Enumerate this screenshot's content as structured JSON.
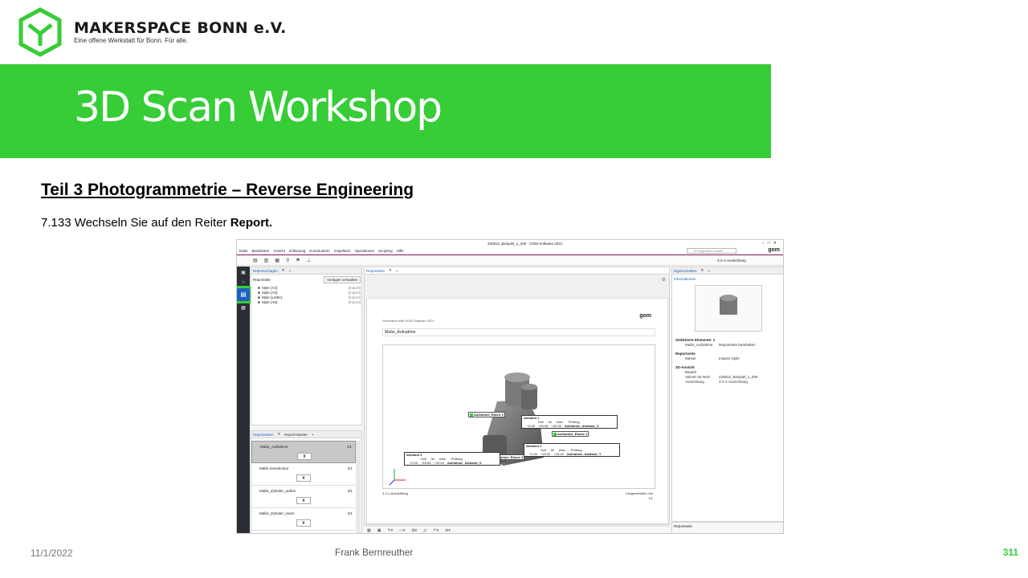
{
  "header": {
    "org_name": "MAKERSPACE BONN e.V.",
    "tagline": "Eine offene Werkstatt für Bonn. Für alle.",
    "banner_title": "3D Scan Workshop",
    "brand_color": "#36cd37"
  },
  "content": {
    "section_heading": "Teil 3  Photogrammetrie  – Reverse Engineering",
    "instruction_prefix": "7.133 Wechseln Sie auf den Reiter ",
    "instruction_bold": "Report."
  },
  "footer": {
    "date": "11/1/2022",
    "author": "Frank Bernreuther",
    "page_number": "311"
  },
  "app": {
    "window_title": "220812_Beispiel_1_200 - GOM Software 2021",
    "menu": [
      "Datei",
      "Bearbeiten",
      "Ansicht",
      "Erfassung",
      "Konstruieren",
      "Inspektion",
      "Operationen",
      "Scripting",
      "Hilfe"
    ],
    "search_placeholder": "Im Eigenheit suchen",
    "brand": "gom",
    "alignment_label": "3-2-1-Ausrichtung",
    "templates_panel": {
      "tab": "Reportvorlagen",
      "header": "Reportstile",
      "manage_button": "Vorlagen verwalten",
      "styles": [
        {
          "name": "Style (A4)",
          "tag": "[Import]"
        },
        {
          "name": "Style (A3)",
          "tag": "[Import]"
        },
        {
          "name": "Style (Letter)",
          "tag": "[Import]"
        },
        {
          "name": "Style (A0)",
          "tag": "[Import]"
        }
      ]
    },
    "pages_panel": {
      "tab1": "Reportseiten",
      "tab2": "Report-Master",
      "pages": [
        {
          "name": "Maße_Aufnahme",
          "num": "1/1",
          "selected": true
        },
        {
          "name": "Maße Innenkontur",
          "num": "2/1",
          "selected": false
        },
        {
          "name": "Maße_Zylinder_außen",
          "num": "3/1",
          "selected": false
        },
        {
          "name": "Maße_Zylinder_innen",
          "num": "4/1",
          "selected": false
        }
      ]
    },
    "center_panel": {
      "tab": "Reportseite",
      "generated_text": "Generated with GOM Software 2021",
      "doc_logo": "gom",
      "doc_title": "Maße_Aufnahme",
      "bottom_left": "3-2-1-Ausrichtung",
      "bottom_right": "Längeneinheit: mm",
      "page_indicator": "1/1",
      "annotations": {
        "plane2": "Aufnahme_Ebene 2",
        "plane1": "Aufnahme_Ebene 1",
        "plane3": "Aufnahme_Ebene 3",
        "dist1": "Abstand 1",
        "dist2": "Abstand 2",
        "dist3": "Abstand 3",
        "col_soll": "Soll",
        "col_ist": "Ist",
        "col_abw": "Abw.",
        "col_pruefung": "Prüfung",
        "val1": [
          "+5.00",
          "+29.96",
          "+29.96",
          "Aufnahme_Abstand_Z"
        ],
        "val2": [
          "+0.00",
          "+29.92",
          "+29.92",
          "Aufnahme_Abstand_Y"
        ],
        "val3": [
          "+0.00",
          "+18.65",
          "+19.64",
          "Aufnahme_Abstand_X"
        ]
      }
    },
    "properties_panel": {
      "tab": "Eigenschaften",
      "info_label": "Informationen",
      "sections": [
        {
          "title": "Selektierte Elemente: 1",
          "rows": [
            {
              "k": "Maße_Aufnahme",
              "v": "Reportseite bearbeiten"
            }
          ]
        },
        {
          "title": "Reportseite",
          "rows": [
            {
              "k": "Master",
              "v": "Inspect Style"
            }
          ]
        },
        {
          "title": "3D-Ansicht",
          "rows": [
            {
              "k": "Bauteil",
              "v": ""
            },
            {
              "k": "Aktives Ist-Netz",
              "v": "220812_Beispiel_1_200"
            },
            {
              "k": "Ausrichtung",
              "v": "3-2-1-Ausrichtung"
            }
          ]
        }
      ],
      "footer_label": "Reportseite"
    }
  }
}
